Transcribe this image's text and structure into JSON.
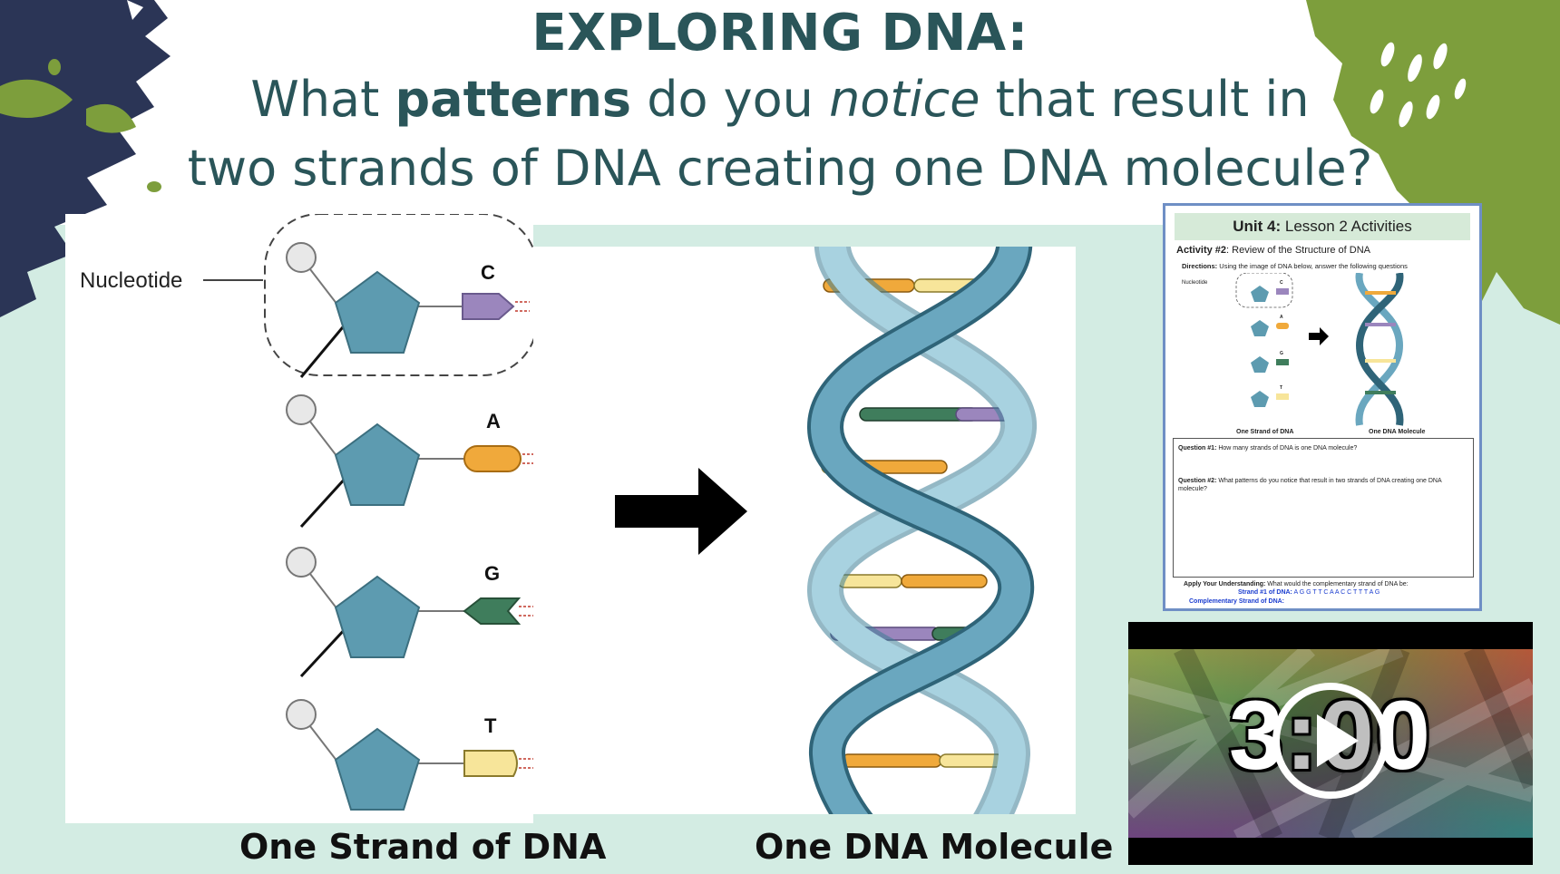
{
  "title": {
    "line1": "EXPLORING DNA:",
    "line2_parts": [
      "What ",
      "patterns",
      " do you ",
      "notice",
      " that result in"
    ],
    "line3": "two strands of DNA creating one DNA molecule?"
  },
  "strand_diagram": {
    "nucleotide_label": "Nucleotide",
    "bases": [
      "C",
      "A",
      "G",
      "T"
    ],
    "caption": "One Strand of DNA"
  },
  "molecule_diagram": {
    "caption": "One DNA Molecule"
  },
  "worksheet": {
    "unit": "Unit 4:",
    "lesson": " Lesson 2 Activities",
    "activity_label": "Activity #2",
    "activity_text": ": Review of the Structure of DNA",
    "directions_label": "Directions:",
    "directions_text": " Using the image of DNA below, answer the following questions",
    "mini_nucleotide": "Nucleotide",
    "mini_bases": [
      "C",
      "A",
      "G",
      "T"
    ],
    "cap_strand": "One Strand of DNA",
    "cap_molecule": "One DNA Molecule",
    "q1_label": "Question #1:",
    "q1_text": " How many strands of DNA is one DNA molecule?",
    "q2_label": "Question #2:",
    "q2_text": " What patterns do you notice that result in two strands of DNA creating one DNA molecule?",
    "apply_label": "Apply Your Understanding:",
    "apply_text": " What would the complementary strand of DNA be:",
    "strand1_label": "Strand #1 of DNA:",
    "strand1_seq": " A G G T T C A A C C T T T A G",
    "comp_label": "Complementary Strand of DNA:"
  },
  "timer": {
    "display": "3:00",
    "icon": "play-icon"
  },
  "colors": {
    "title": "#2a5559",
    "navy_brush": "#2b3556",
    "green_brush": "#7d9e3c",
    "pentagon": "#5d9bb0",
    "cytosine": "#9b86bd",
    "adenine": "#f0a93b",
    "guanine": "#3f7d5c",
    "thymine": "#f7e59a",
    "background": "#d3ece3"
  }
}
